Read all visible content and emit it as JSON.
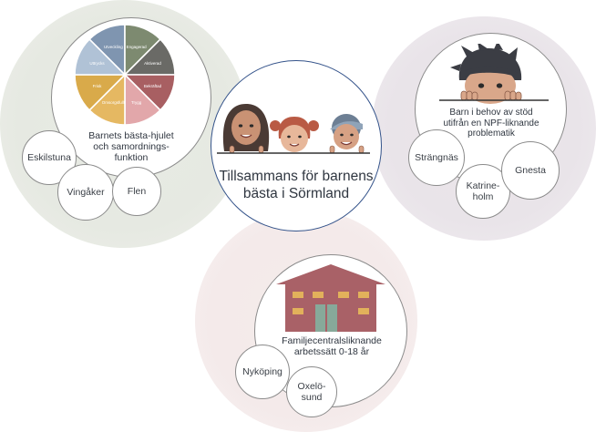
{
  "center": {
    "title_line1": "Tillsammans för barnens",
    "title_line2": "bästa i Sörmland"
  },
  "left": {
    "title_line1": "Barnets bästa-hjulet",
    "title_line2": "och samordnings-",
    "title_line3": "funktion",
    "wheel_segments": [
      "Utveckling",
      "Engagerad",
      "Aktiverad",
      "Bekräftad",
      "Trygg",
      "Omsorgsfullt",
      "Frisk",
      "Uttrycks"
    ],
    "cities": [
      "Eskilstuna",
      "Vingåker",
      "Flen"
    ]
  },
  "right": {
    "title_line1": "Barn i behov av stöd",
    "title_line2": "utifrån en NPF-liknande",
    "title_line3": "problematik",
    "cities": [
      "Strängnäs",
      "Katrine-\nholm",
      "Gnesta"
    ]
  },
  "bottom": {
    "title_line1": "Familjecentralsliknande",
    "title_line2": "arbetssätt 0-18 år",
    "cities": [
      "Nyköping",
      "Oxelö-\nsund"
    ]
  },
  "colors": {
    "center_border": "#34538a",
    "house_wall": "#a96167",
    "wheel": [
      "#7f95b0",
      "#7d8a70",
      "#6a6a66",
      "#a85f62",
      "#e2a7aa",
      "#e5b862",
      "#d9aa4a",
      "#b0c2d6"
    ]
  }
}
